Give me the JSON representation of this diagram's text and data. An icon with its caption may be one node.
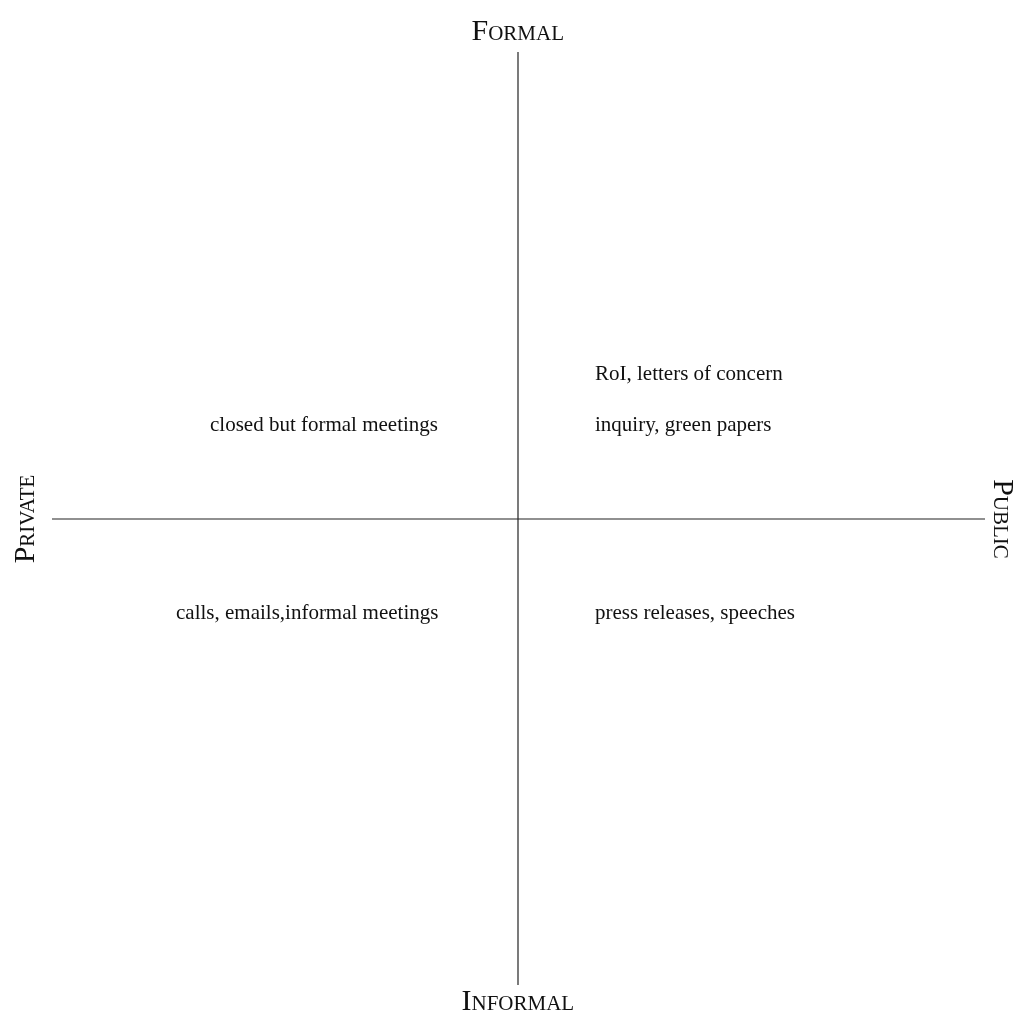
{
  "diagram": {
    "labels": [
      "Formal",
      "RoI, letters of concern",
      "closed but formal meetings",
      "inquiry, green papers",
      "Private",
      "Public",
      "calls, emails,informal meetings",
      "press releases, speeches",
      "Informal"
    ]
  }
}
